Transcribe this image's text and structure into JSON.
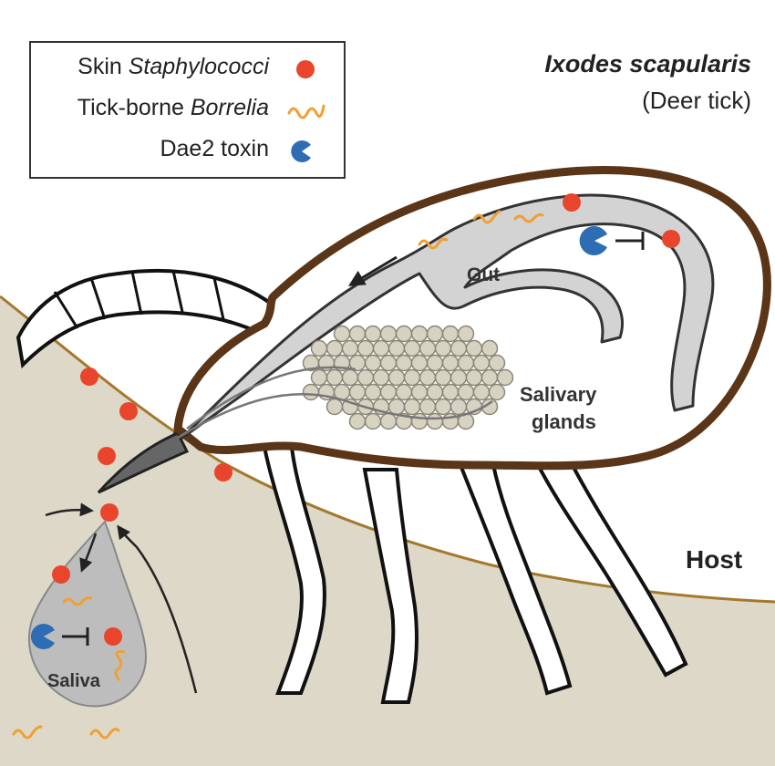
{
  "title": {
    "species": "Ixodes scapularis",
    "common_name": "(Deer tick)"
  },
  "legend": {
    "items": [
      {
        "prefix": "Skin ",
        "italic": "Staphylococci",
        "symbol": "red-dot-icon"
      },
      {
        "prefix": "Tick-borne ",
        "italic": "Borrelia",
        "symbol": "orange-squiggle-icon"
      },
      {
        "prefix": "Dae2 toxin",
        "italic": "",
        "symbol": "blue-pacman-icon"
      }
    ]
  },
  "labels": {
    "gut": "Gut",
    "salivary_glands_line1": "Salivary",
    "salivary_glands_line2": "glands",
    "host": "Host",
    "saliva": "Saliva"
  },
  "colors": {
    "staphylococci": "#e8452c",
    "borrelia": "#f0a030",
    "dae2_toxin": "#2e6db4",
    "tick_outline": "#5a3517",
    "gut_fill": "#d3d3d3",
    "host_skin": "#ddd8c8",
    "gland_fill": "#d7d3c3",
    "saliva_fill": "#bdbdbd"
  }
}
